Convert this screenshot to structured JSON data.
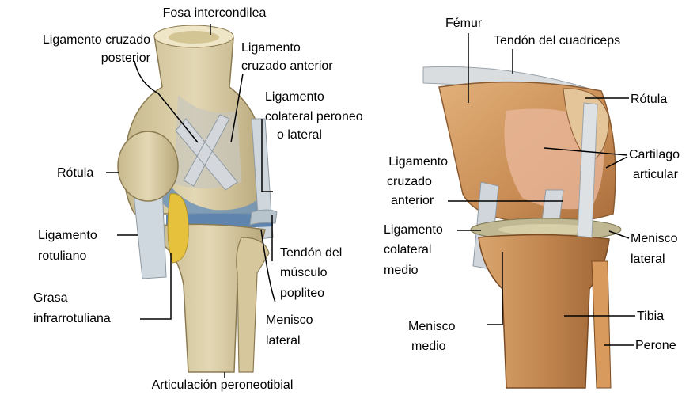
{
  "colors": {
    "bone": "#d9cca3",
    "bone_shadow": "#b9a878",
    "ligament": "#c7d0d6",
    "cartilage_blue": "#6f93b8",
    "fat": "#e6c23c",
    "muscle_bone": "#c89558",
    "leader_line": "#000000"
  },
  "left_panel": {
    "fosa_intercondilea": "Fosa intercondilea",
    "lig_cruzado_posterior_1": "Ligamento cruzado",
    "lig_cruzado_posterior_2": "posterior",
    "lig_cruzado_anterior_1": "Ligamento",
    "lig_cruzado_anterior_2": "cruzado anterior",
    "lig_colateral_1": "Ligamento",
    "lig_colateral_2": "colateral peroneo",
    "lig_colateral_3": "o lateral",
    "rotula": "Rótula",
    "lig_rotuliano_1": "Ligamento",
    "lig_rotuliano_2": "rotuliano",
    "grasa_1": "Grasa",
    "grasa_2": "infrarrotuliana",
    "tendon_popliteo_1": "Tendón del",
    "tendon_popliteo_2": "músculo",
    "tendon_popliteo_3": "popliteo",
    "menisco_lateral_1": "Menisco",
    "menisco_lateral_2": "lateral",
    "art_peroneotibial": "Articulación peroneotibial"
  },
  "right_panel": {
    "femur": "Fémur",
    "tendon_cuadriceps": "Tendón del cuadriceps",
    "rotula": "Rótula",
    "cartilago_1": "Cartilago",
    "cartilago_2": "articular",
    "lig_cruzado_1": "Ligamento",
    "lig_cruzado_2": "cruzado",
    "lig_cruzado_3": "anterior",
    "lig_colateral_1": "Ligamento",
    "lig_colateral_2": "colateral",
    "lig_colateral_3": "medio",
    "menisco_lateral_1": "Menisco",
    "menisco_lateral_2": "lateral",
    "tibia": "Tibia",
    "menisco_medio_1": "Menisco",
    "menisco_medio_2": "medio",
    "perone": "Perone"
  }
}
